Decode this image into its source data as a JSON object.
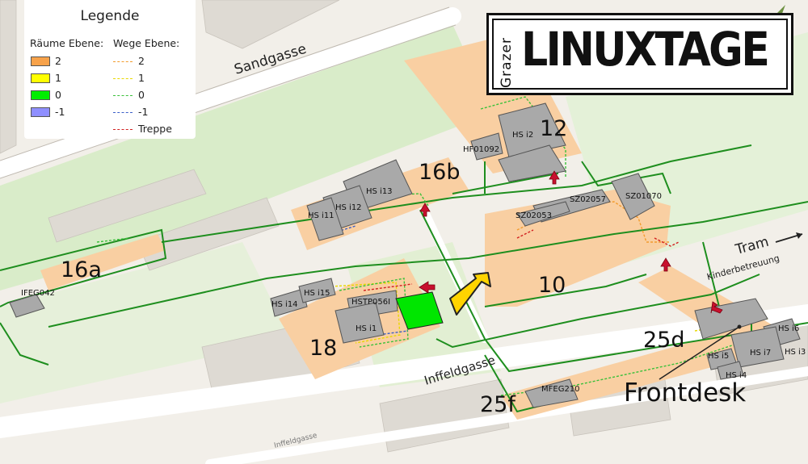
{
  "legend": {
    "title": "Legende",
    "rooms_header": "Räume Ebene:",
    "paths_header": "Wege Ebene:",
    "rooms": [
      {
        "label": "2",
        "color": "#f7a24a"
      },
      {
        "label": "1",
        "color": "#ffff00"
      },
      {
        "label": "0",
        "color": "#00ee00"
      },
      {
        "label": "-1",
        "color": "#8f8fff"
      }
    ],
    "paths": [
      {
        "label": "2",
        "color": "#f39c2e"
      },
      {
        "label": "1",
        "color": "#e8d800"
      },
      {
        "label": "0",
        "color": "#3ac13a"
      },
      {
        "label": "-1",
        "color": "#3b5fc8"
      },
      {
        "label": "Treppe",
        "color": "#d22020"
      }
    ]
  },
  "logo": {
    "small": "Grazer",
    "big": "LINUXTAGE"
  },
  "streets": {
    "sandgasse": "Sandgasse",
    "inffeldgasse": "Inffeldgasse",
    "inffeldgasse_small": "Inffeldgasse",
    "tram": "Tram",
    "kinderbetreuung": "Kinderbetreuung"
  },
  "buildings": {
    "b12": "12",
    "b16b": "16b",
    "b16a": "16a",
    "b10": "10",
    "b18": "18",
    "b25d": "25d",
    "b25f": "25f",
    "frontdesk": "Frontdesk"
  },
  "rooms": {
    "hs_i2": "HS i2",
    "hf01092": "HF01092",
    "hs_i13": "HS i13",
    "hs_i12": "HS i12",
    "hs_i11": "HS i11",
    "sz02057": "SZ02057",
    "sz01070": "SZ01070",
    "sz02053": "SZ02053",
    "ifeg042": "IFEG042",
    "hs_i14": "HS i14",
    "hs_i15": "HS i15",
    "hstp056": "HSTP056I",
    "hs_i1": "HS i1",
    "hs_i6": "HS i6",
    "hs_i7": "HS i7",
    "hs_i3": "HS i3",
    "hs_i5": "HS i5",
    "hs_i4": "HS i4",
    "mfeg210": "MFEG210"
  },
  "colors": {
    "room_gray": "#a9a9a9",
    "building_orange": "#f9cfa2",
    "path_green": "#1e9a1e",
    "arrow_red": "#c8102e",
    "pointer_yellow": "#ffd400",
    "park_green": "#d8edc8",
    "road_white": "#ffffff"
  }
}
